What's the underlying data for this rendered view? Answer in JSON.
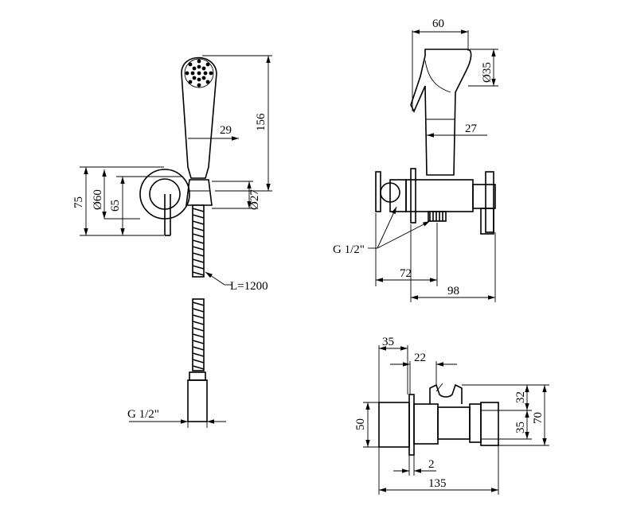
{
  "views": {
    "front": {
      "dim_height_156": "156",
      "dim_head_29": "29",
      "dim_holder_27": "Ø27",
      "dim_total_75": "75",
      "dim_rosette_60": "Ø60",
      "dim_axis_65": "65",
      "hose_length": "L=1200",
      "hose_thread": "G 1/2\""
    },
    "side": {
      "dim_width_60": "60",
      "dim_head_35": "Ø35",
      "dim_neck_27": "27",
      "thread_label": "G 1/2\"",
      "dim_72": "72",
      "dim_98": "98"
    },
    "top": {
      "dim_35": "35",
      "dim_22": "22",
      "dim_32": "32",
      "dim_35b": "35",
      "dim_70": "70",
      "dim_50": "50",
      "dim_2": "2",
      "dim_135": "135"
    }
  }
}
